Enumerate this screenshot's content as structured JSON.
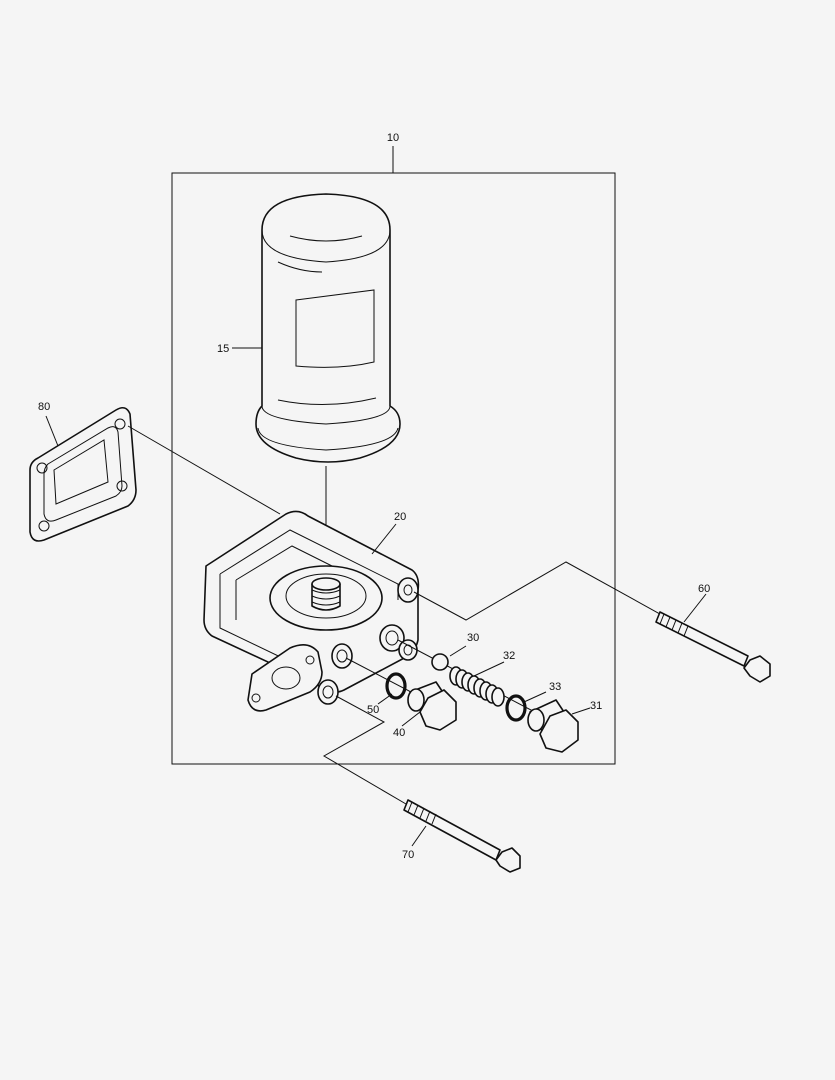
{
  "callouts": {
    "c10": "10",
    "c15": "15",
    "c20": "20",
    "c30": "30",
    "c31": "31",
    "c32": "32",
    "c33": "33",
    "c40": "40",
    "c50": "50",
    "c60": "60",
    "c70": "70",
    "c80": "80"
  },
  "colors": {
    "background": "#f5f5f5",
    "line": "#111111"
  }
}
